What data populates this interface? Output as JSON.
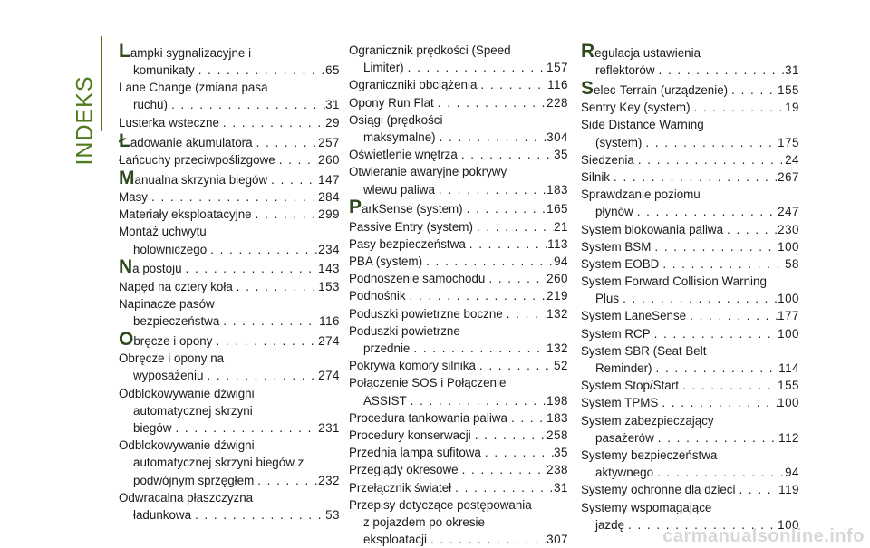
{
  "side_tab": {
    "label": "INDEKS",
    "color": "#4d7a1a"
  },
  "accent_color": "#2c4a1c",
  "watermark": "carmanualsonline.info",
  "columns": [
    [
      {
        "cap": "L",
        "lines": [
          "ampki sygnalizacyjne i",
          "komunikaty"
        ],
        "page": "65"
      },
      {
        "lines": [
          "Lane Change (zmiana pasa",
          "ruchu)"
        ],
        "page": "31"
      },
      {
        "lines": [
          "Lusterka wsteczne"
        ],
        "page": "29"
      },
      {
        "cap": "Ł",
        "lines": [
          "adowanie akumulatora"
        ],
        "page": "257"
      },
      {
        "lines": [
          "Łańcuchy przeciwpoślizgowe"
        ],
        "page": "260"
      },
      {
        "cap": "M",
        "lines": [
          "anualna skrzynia biegów"
        ],
        "page": "147"
      },
      {
        "lines": [
          "Masy"
        ],
        "page": "284"
      },
      {
        "lines": [
          "Materiały eksploatacyjne"
        ],
        "page": "299"
      },
      {
        "lines": [
          "Montaż uchwytu",
          "holowniczego"
        ],
        "page": "234"
      },
      {
        "cap": "N",
        "lines": [
          "a postoju"
        ],
        "page": "143"
      },
      {
        "lines": [
          "Napęd na cztery koła"
        ],
        "page": "153"
      },
      {
        "lines": [
          "Napinacze pasów",
          "bezpieczeństwa"
        ],
        "page": "116"
      },
      {
        "cap": "O",
        "lines": [
          "bręcze i opony"
        ],
        "page": "274"
      },
      {
        "lines": [
          "Obręcze i opony na",
          "wyposażeniu"
        ],
        "page": "274"
      },
      {
        "lines": [
          "Odblokowywanie dźwigni",
          "automatycznej skrzyni",
          "biegów"
        ],
        "page": "231"
      },
      {
        "lines": [
          "Odblokowywanie dźwigni",
          "automatycznej skrzyni biegów z",
          "podwójnym sprzęgłem"
        ],
        "page": "232"
      },
      {
        "lines": [
          "Odwracalna płaszczyzna",
          "ładunkowa"
        ],
        "page": "53"
      }
    ],
    [
      {
        "lines": [
          "Ogranicznik prędkości (Speed",
          "Limiter)"
        ],
        "page": "157"
      },
      {
        "lines": [
          "Ograniczniki obciążenia"
        ],
        "page": "116"
      },
      {
        "lines": [
          "Opony Run Flat"
        ],
        "page": "228"
      },
      {
        "lines": [
          "Osiągi (prędkości",
          "maksymalne)"
        ],
        "page": "304"
      },
      {
        "lines": [
          "Oświetlenie wnętrza"
        ],
        "page": "35"
      },
      {
        "lines": [
          "Otwieranie awaryjne pokrywy",
          "wlewu paliwa"
        ],
        "page": "183"
      },
      {
        "cap": "P",
        "lines": [
          "arkSense (system)"
        ],
        "page": "165"
      },
      {
        "lines": [
          "Passive Entry (system)"
        ],
        "page": "21"
      },
      {
        "lines": [
          "Pasy bezpieczeństwa"
        ],
        "page": "113"
      },
      {
        "lines": [
          "PBA (system)"
        ],
        "page": "94"
      },
      {
        "lines": [
          "Podnoszenie samochodu"
        ],
        "page": "260"
      },
      {
        "lines": [
          "Podnośnik"
        ],
        "page": "219"
      },
      {
        "lines": [
          "Poduszki powietrzne boczne"
        ],
        "page": "132"
      },
      {
        "lines": [
          "Poduszki powietrzne",
          "przednie"
        ],
        "page": "132"
      },
      {
        "lines": [
          "Pokrywa komory silnika"
        ],
        "page": "52"
      },
      {
        "lines": [
          "Połączenie SOS i Połączenie",
          "ASSIST"
        ],
        "page": "198"
      },
      {
        "lines": [
          "Procedura tankowania paliwa"
        ],
        "page": "183"
      },
      {
        "lines": [
          "Procedury konserwacji"
        ],
        "page": "258"
      },
      {
        "lines": [
          "Przednia lampa sufitowa"
        ],
        "page": "35"
      },
      {
        "lines": [
          "Przeglądy okresowe"
        ],
        "page": "238"
      },
      {
        "lines": [
          "Przełącznik świateł"
        ],
        "page": "31"
      },
      {
        "lines": [
          "Przepisy dotyczące postępowania",
          "z pojazdem po okresie",
          "eksploatacji"
        ],
        "page": "307"
      }
    ],
    [
      {
        "cap": "R",
        "lines": [
          "egulacja ustawienia",
          "reflektorów"
        ],
        "page": "31"
      },
      {
        "cap": "S",
        "lines": [
          "elec-Terrain (urządzenie)"
        ],
        "page": "155"
      },
      {
        "lines": [
          "Sentry Key (system)"
        ],
        "page": "19"
      },
      {
        "lines": [
          "Side Distance Warning",
          "(system)"
        ],
        "page": "175"
      },
      {
        "lines": [
          "Siedzenia"
        ],
        "page": "24"
      },
      {
        "lines": [
          "Silnik"
        ],
        "page": "267"
      },
      {
        "lines": [
          "Sprawdzanie poziomu",
          "płynów"
        ],
        "page": "247"
      },
      {
        "lines": [
          "System blokowania paliwa"
        ],
        "page": "230"
      },
      {
        "lines": [
          "System BSM"
        ],
        "page": "100"
      },
      {
        "lines": [
          "System EOBD"
        ],
        "page": "58"
      },
      {
        "lines": [
          "System Forward Collision Warning",
          "Plus"
        ],
        "page": "100"
      },
      {
        "lines": [
          "System LaneSense"
        ],
        "page": "177"
      },
      {
        "lines": [
          "System RCP"
        ],
        "page": "100"
      },
      {
        "lines": [
          "System SBR (Seat Belt",
          "Reminder)"
        ],
        "page": "114"
      },
      {
        "lines": [
          "System Stop/Start"
        ],
        "page": "155"
      },
      {
        "lines": [
          "System TPMS"
        ],
        "page": "100"
      },
      {
        "lines": [
          "System zabezpieczający",
          "pasażerów"
        ],
        "page": "112"
      },
      {
        "lines": [
          "Systemy bezpieczeństwa",
          "aktywnego"
        ],
        "page": "94"
      },
      {
        "lines": [
          "Systemy ochronne dla dzieci"
        ],
        "page": "119"
      },
      {
        "lines": [
          "Systemy wspomagające",
          "jazdę"
        ],
        "page": "100"
      }
    ]
  ]
}
